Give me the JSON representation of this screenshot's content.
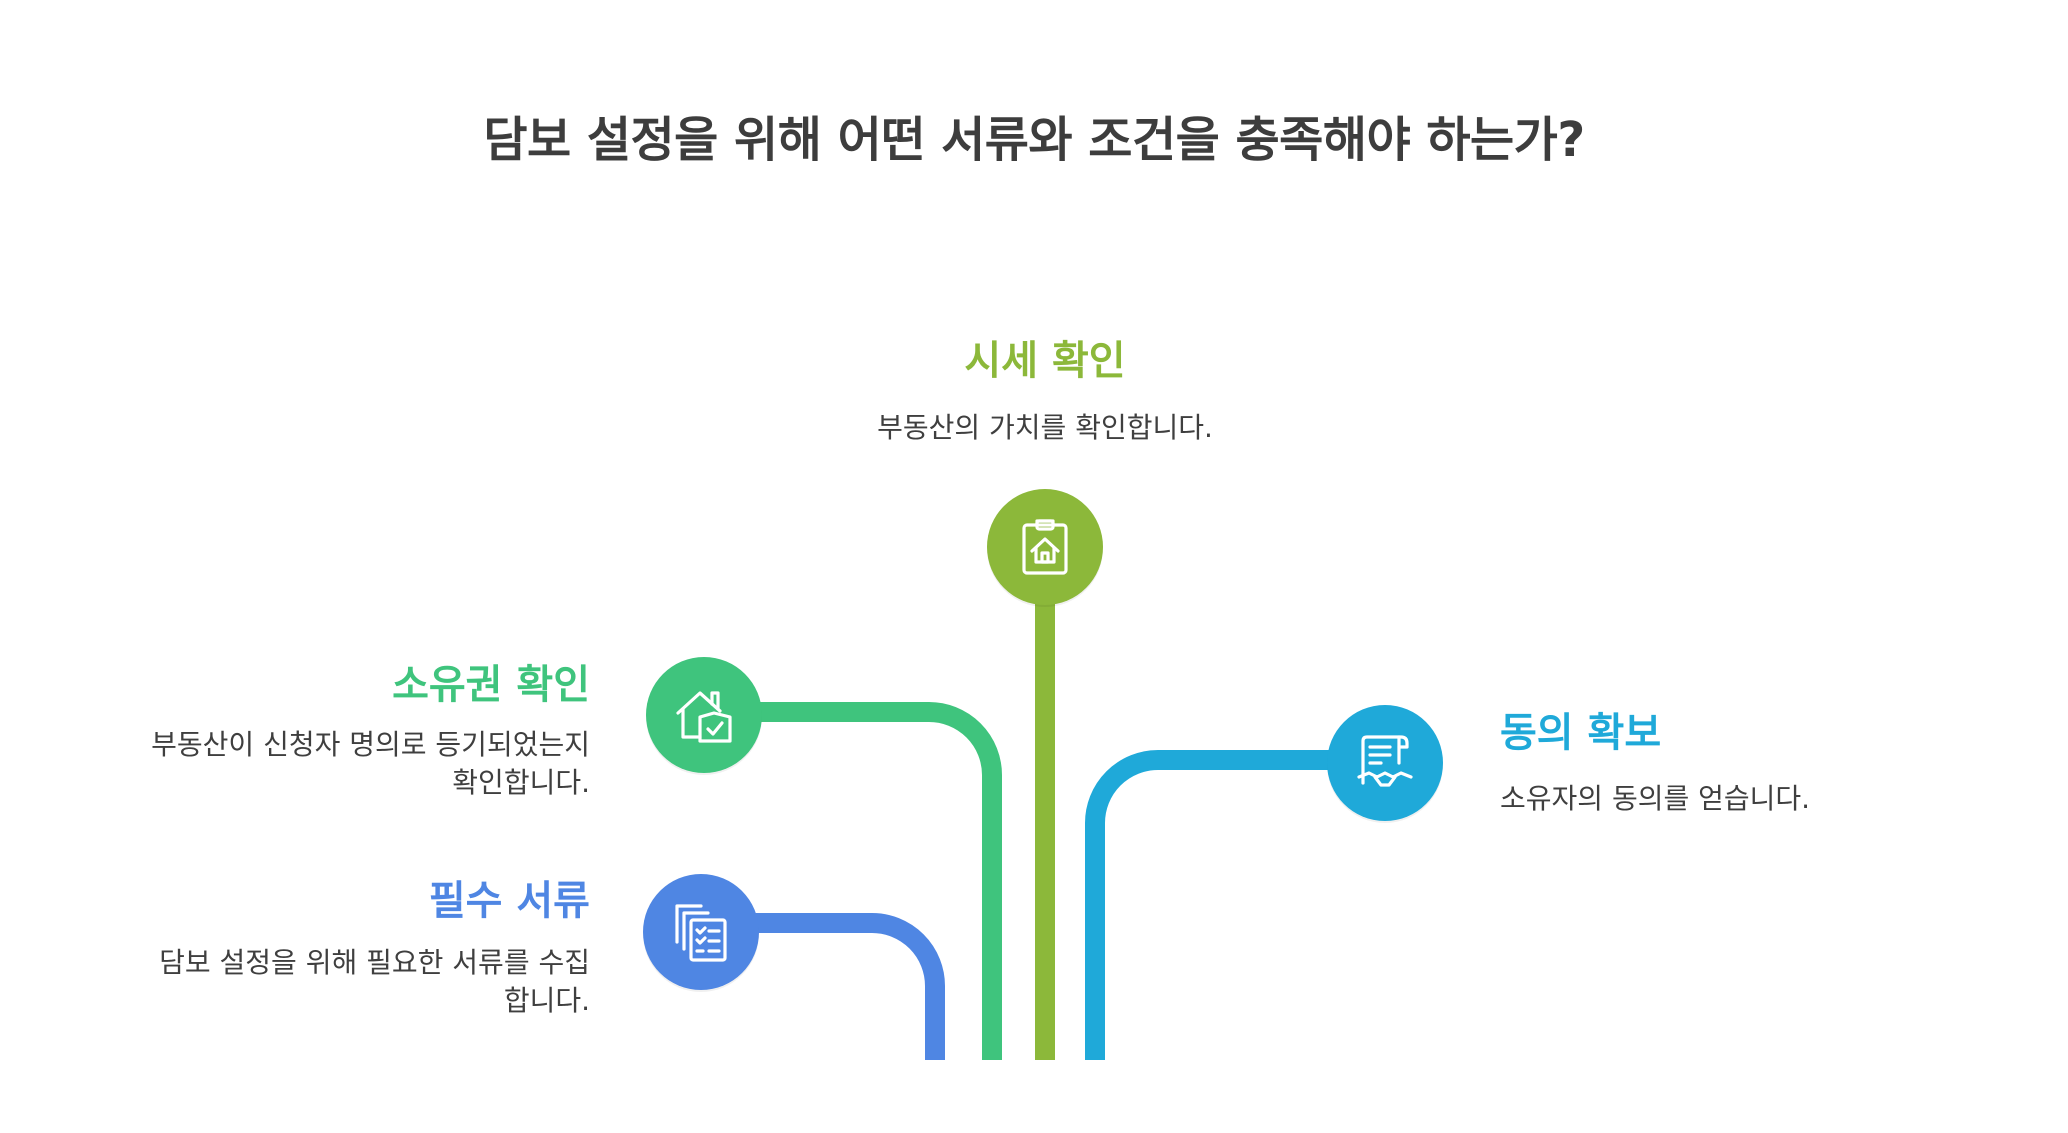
{
  "title": "담보 설정을 위해 어떤 서류와 조건을 충족해야 하는가?",
  "colors": {
    "title": "#3d3d3d",
    "market": "#8cb83a",
    "ownership": "#3fc47d",
    "consent": "#1fa9d9",
    "documents": "#4f86e3"
  },
  "items": {
    "market": {
      "title": "시세 확인",
      "desc": "부동산의 가치를 확인합니다.",
      "icon": "clipboard-house-icon"
    },
    "ownership": {
      "title": "소유권 확인",
      "desc_line1": "부동산이 신청자 명의로 등기되었는지",
      "desc_line2": "확인합니다.",
      "icon": "house-check-icon"
    },
    "consent": {
      "title": "동의 확보",
      "desc": "소유자의 동의를 얻습니다.",
      "icon": "contract-handshake-icon"
    },
    "documents": {
      "title": "필수 서류",
      "desc_line1": "담보 설정을 위해 필요한 서류를 수집",
      "desc_line2": "합니다.",
      "icon": "document-checklist-icon"
    }
  }
}
